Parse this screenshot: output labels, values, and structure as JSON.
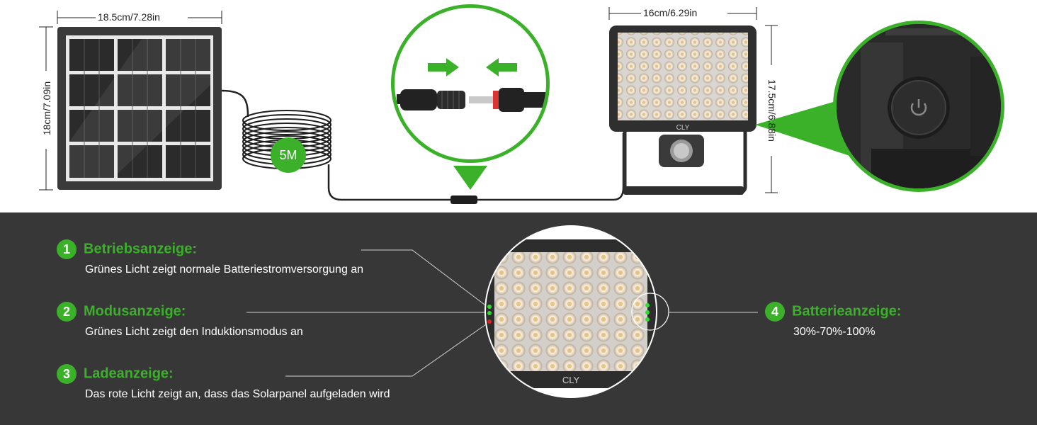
{
  "dimensions": {
    "panel_width": "18.5cm/7.28in",
    "panel_height": "18cm/7.09in",
    "lamp_width": "16cm/6.29in",
    "lamp_height": "17.5cm/6.88in"
  },
  "cable_length": "5M",
  "lamp_brand": "CLY",
  "indicators": [
    {
      "number": "1",
      "title": "Betriebsanzeige:",
      "description": "Grünes Licht zeigt normale Batteriestromversorgung an"
    },
    {
      "number": "2",
      "title": "Modusanzeige:",
      "description": "Grünes Licht zeigt den Induktionsmodus an"
    },
    {
      "number": "3",
      "title": "Ladeanzeige:",
      "description": "Das rote Licht zeigt an, dass das Solarpanel aufgeladen wird"
    },
    {
      "number": "4",
      "title": "Batterieanzeige:",
      "description": "30%-70%-100%"
    }
  ],
  "colors": {
    "accent_green": "#3bb12a",
    "dark_background": "#373737",
    "indicator_red": "#e02020"
  }
}
